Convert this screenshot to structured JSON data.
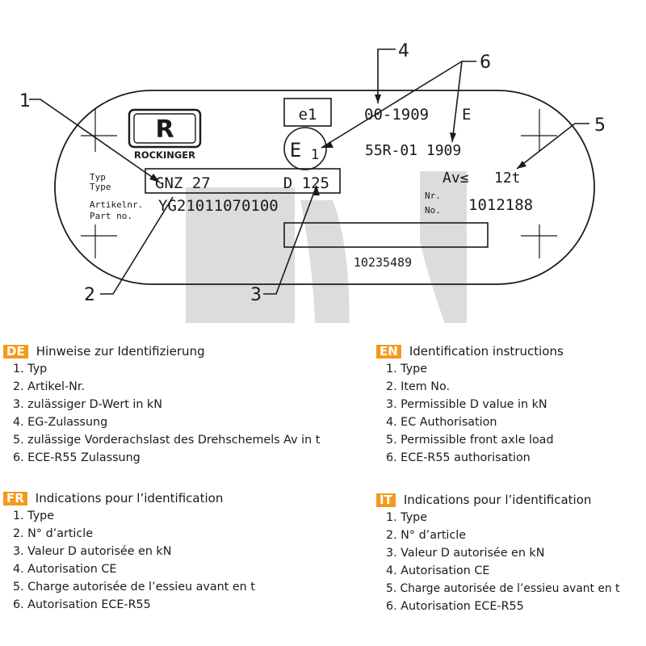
{
  "plate": {
    "brand": "ROCKINGER",
    "logo_letter": "R",
    "ec_mark": "e1",
    "ec_number": "00-1909",
    "ec_suffix": "E",
    "ece_mark": "E",
    "ece_mark_sub": "1",
    "ece_approval": "55R-01 1909",
    "type_label_de": "Typ",
    "type_label_en": "Type",
    "type_value": "GNZ 27",
    "d_value": "D 125",
    "article_label_de": "Artikelnr.",
    "article_label_en": "Part no.",
    "article_value": "YG21011070100",
    "av_label": "Av≤",
    "av_value": "12t",
    "no_label_1": "Nr.",
    "no_label_2": "No.",
    "no_value": "1012188",
    "serial": "10235489"
  },
  "callouts": [
    "1",
    "2",
    "3",
    "4",
    "5",
    "6"
  ],
  "legends": [
    {
      "lang": "DE",
      "title": "Hinweise zur Identifizierung",
      "items": [
        "1. Typ",
        "2. Artikel-Nr.",
        "3. zulässiger D-Wert in kN",
        "4. EG-Zulassung",
        "5. zulässige Vorderachslast des Drehschemels Av in t",
        "6. ECE-R55 Zulassung"
      ]
    },
    {
      "lang": "EN",
      "title": "Identification instructions",
      "items": [
        "1. Type",
        "2. Item No.",
        "3. Permissible D value in kN",
        "4. EC Authorisation",
        "5. Permissible front axle load",
        "6. ECE-R55 authorisation"
      ]
    },
    {
      "lang": "FR",
      "title": "Indications pour l’identification",
      "items": [
        "1. Type",
        "2. N° d’article",
        "3. Valeur D autorisée en kN",
        "4. Autorisation CE",
        "5. Charge autorisée de l’essieu avant en t",
        "6. Autorisation ECE-R55"
      ]
    },
    {
      "lang": "IT",
      "title": "Indications pour l’identification",
      "items": [
        "1. Type",
        "2. N° d’article",
        "3. Valeur D autorisée en kN",
        "4. Autorisation CE",
        "5. Charge autorisée de l’essieu avant en t",
        "6. Autorisation ECE-R55"
      ]
    }
  ],
  "colors": {
    "badge": "#f39a1e",
    "watermark": "#d9d9d9",
    "line": "#1a1a1a"
  }
}
